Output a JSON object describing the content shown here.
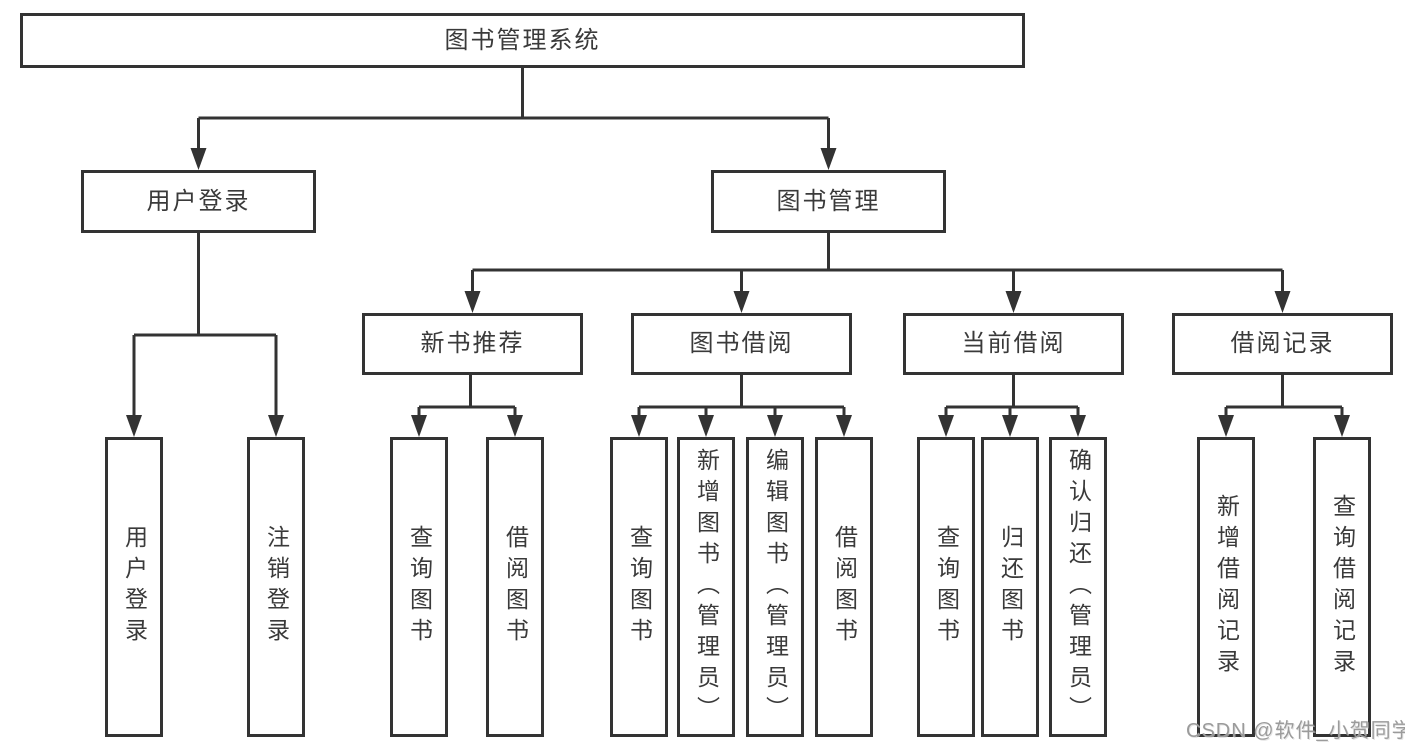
{
  "tree": {
    "label": "图书管理系统",
    "children": [
      {
        "label": "用户登录",
        "children": [
          {
            "label": "用户登录"
          },
          {
            "label": "注销登录"
          }
        ]
      },
      {
        "label": "图书管理",
        "children": [
          {
            "label": "新书推荐",
            "children": [
              {
                "label": "查询图书"
              },
              {
                "label": "借阅图书"
              }
            ]
          },
          {
            "label": "图书借阅",
            "children": [
              {
                "label": "查询图书"
              },
              {
                "label": "新增图书（管理员）"
              },
              {
                "label": "编辑图书（管理员）"
              },
              {
                "label": "借阅图书"
              }
            ]
          },
          {
            "label": "当前借阅",
            "children": [
              {
                "label": "查询图书"
              },
              {
                "label": "归还图书"
              },
              {
                "label": "确认归还（管理员）"
              }
            ]
          },
          {
            "label": "借阅记录",
            "children": [
              {
                "label": "新增借阅记录"
              },
              {
                "label": "查询借阅记录"
              }
            ]
          }
        ]
      }
    ]
  },
  "watermark": {
    "text": "CSDN @软件_小贺同学"
  },
  "colors": {
    "line": "#333333",
    "box_border": "#333333",
    "node_text": "#3a3a3a",
    "background": "#ffffff",
    "watermark": "#9b9b9b"
  }
}
